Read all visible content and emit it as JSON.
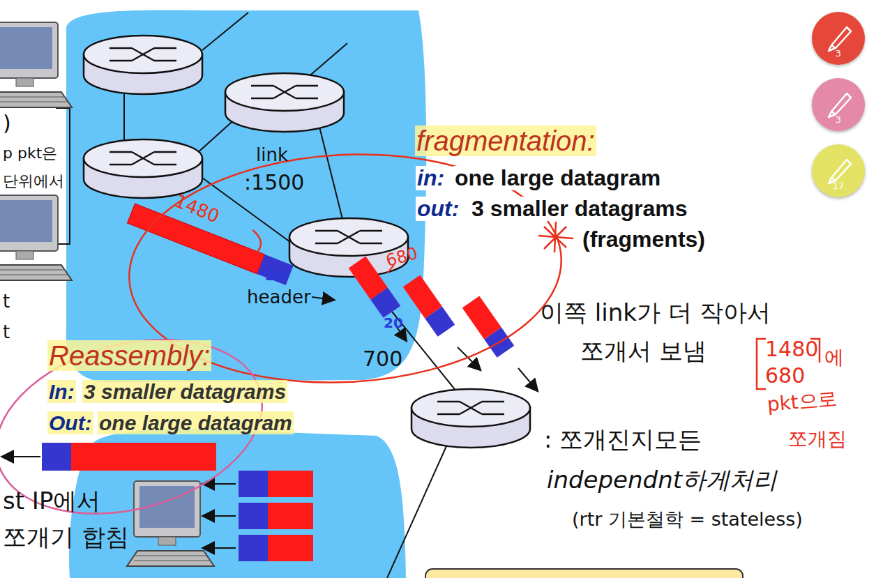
{
  "diagram": {
    "nodes": [
      {
        "text": [
          "3"
        ]
      },
      {
        "text": [
          "3"
        ]
      },
      {
        "text": [
          "17"
        ]
      }
    ],
    "labels": [
      "fragmentation:",
      "in:",
      "one large datagram",
      "out:",
      "3 smaller datagrams",
      "(fragments)",
      "Reassembly:",
      "In:",
      "3 smaller datagrams",
      "Out:",
      "one large datagram",
      "link",
      ":1500",
      "1480",
      "20",
      "header",
      "680",
      "20",
      "700",
      "이쪽 link가 더 작아서",
      "쪼개서 보냄",
      "1480",
      "에",
      "680",
      "pkt으로",
      "쪼개짐",
      ": 쪼개진지모든",
      "independnt하게처리",
      "(rtr 기본철학 = stateless)",
      ")",
      "p pkt은",
      "단위에서",
      "t",
      "t",
      "st IP에서",
      "쪼개기 합침"
    ]
  }
}
